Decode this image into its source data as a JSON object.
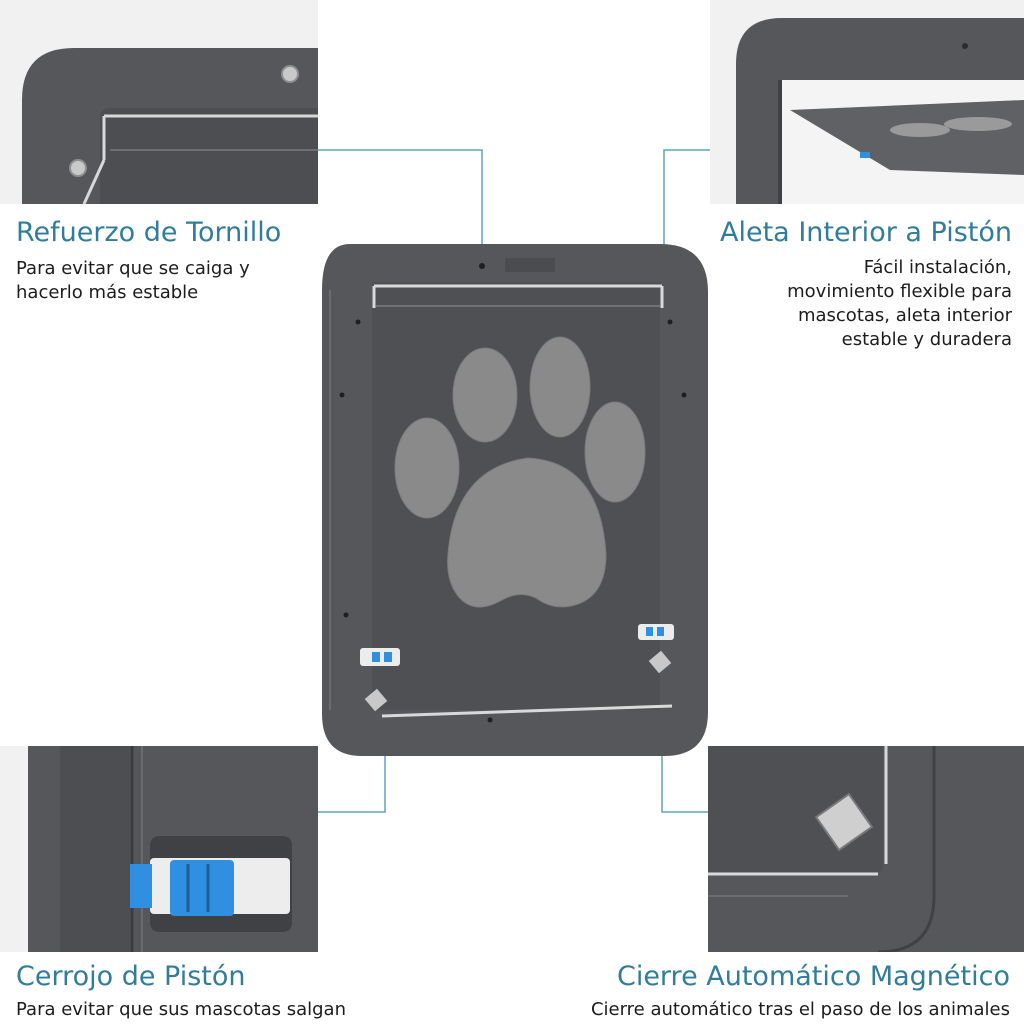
{
  "colors": {
    "title": "#2f7d9b",
    "text": "#1c1c1c",
    "frame": "#55575b",
    "frame_dark": "#3f4145",
    "mesh": "#8a8a8a",
    "latch_blue": "#2f8fe0",
    "callout_line": "#5aa5c4"
  },
  "features": {
    "screw": {
      "title": "Refuerzo de Tornillo",
      "lines": [
        "Para evitar que se caiga y",
        "hacerlo más estable"
      ]
    },
    "flap": {
      "title": "Aleta Interior a Pistón",
      "lines": [
        "Fácil instalación,",
        "movimiento flexible para",
        "mascotas, aleta interior",
        "estable y duradera"
      ]
    },
    "latch": {
      "title": "Cerrojo de Pistón",
      "lines": [
        "Para evitar que sus mascotas salgan"
      ]
    },
    "magnet": {
      "title": "Cierre Automático Magnético",
      "lines": [
        "Cierre automático tras el paso de los animales"
      ]
    }
  },
  "icons": {
    "center": "paw-print-icon"
  }
}
